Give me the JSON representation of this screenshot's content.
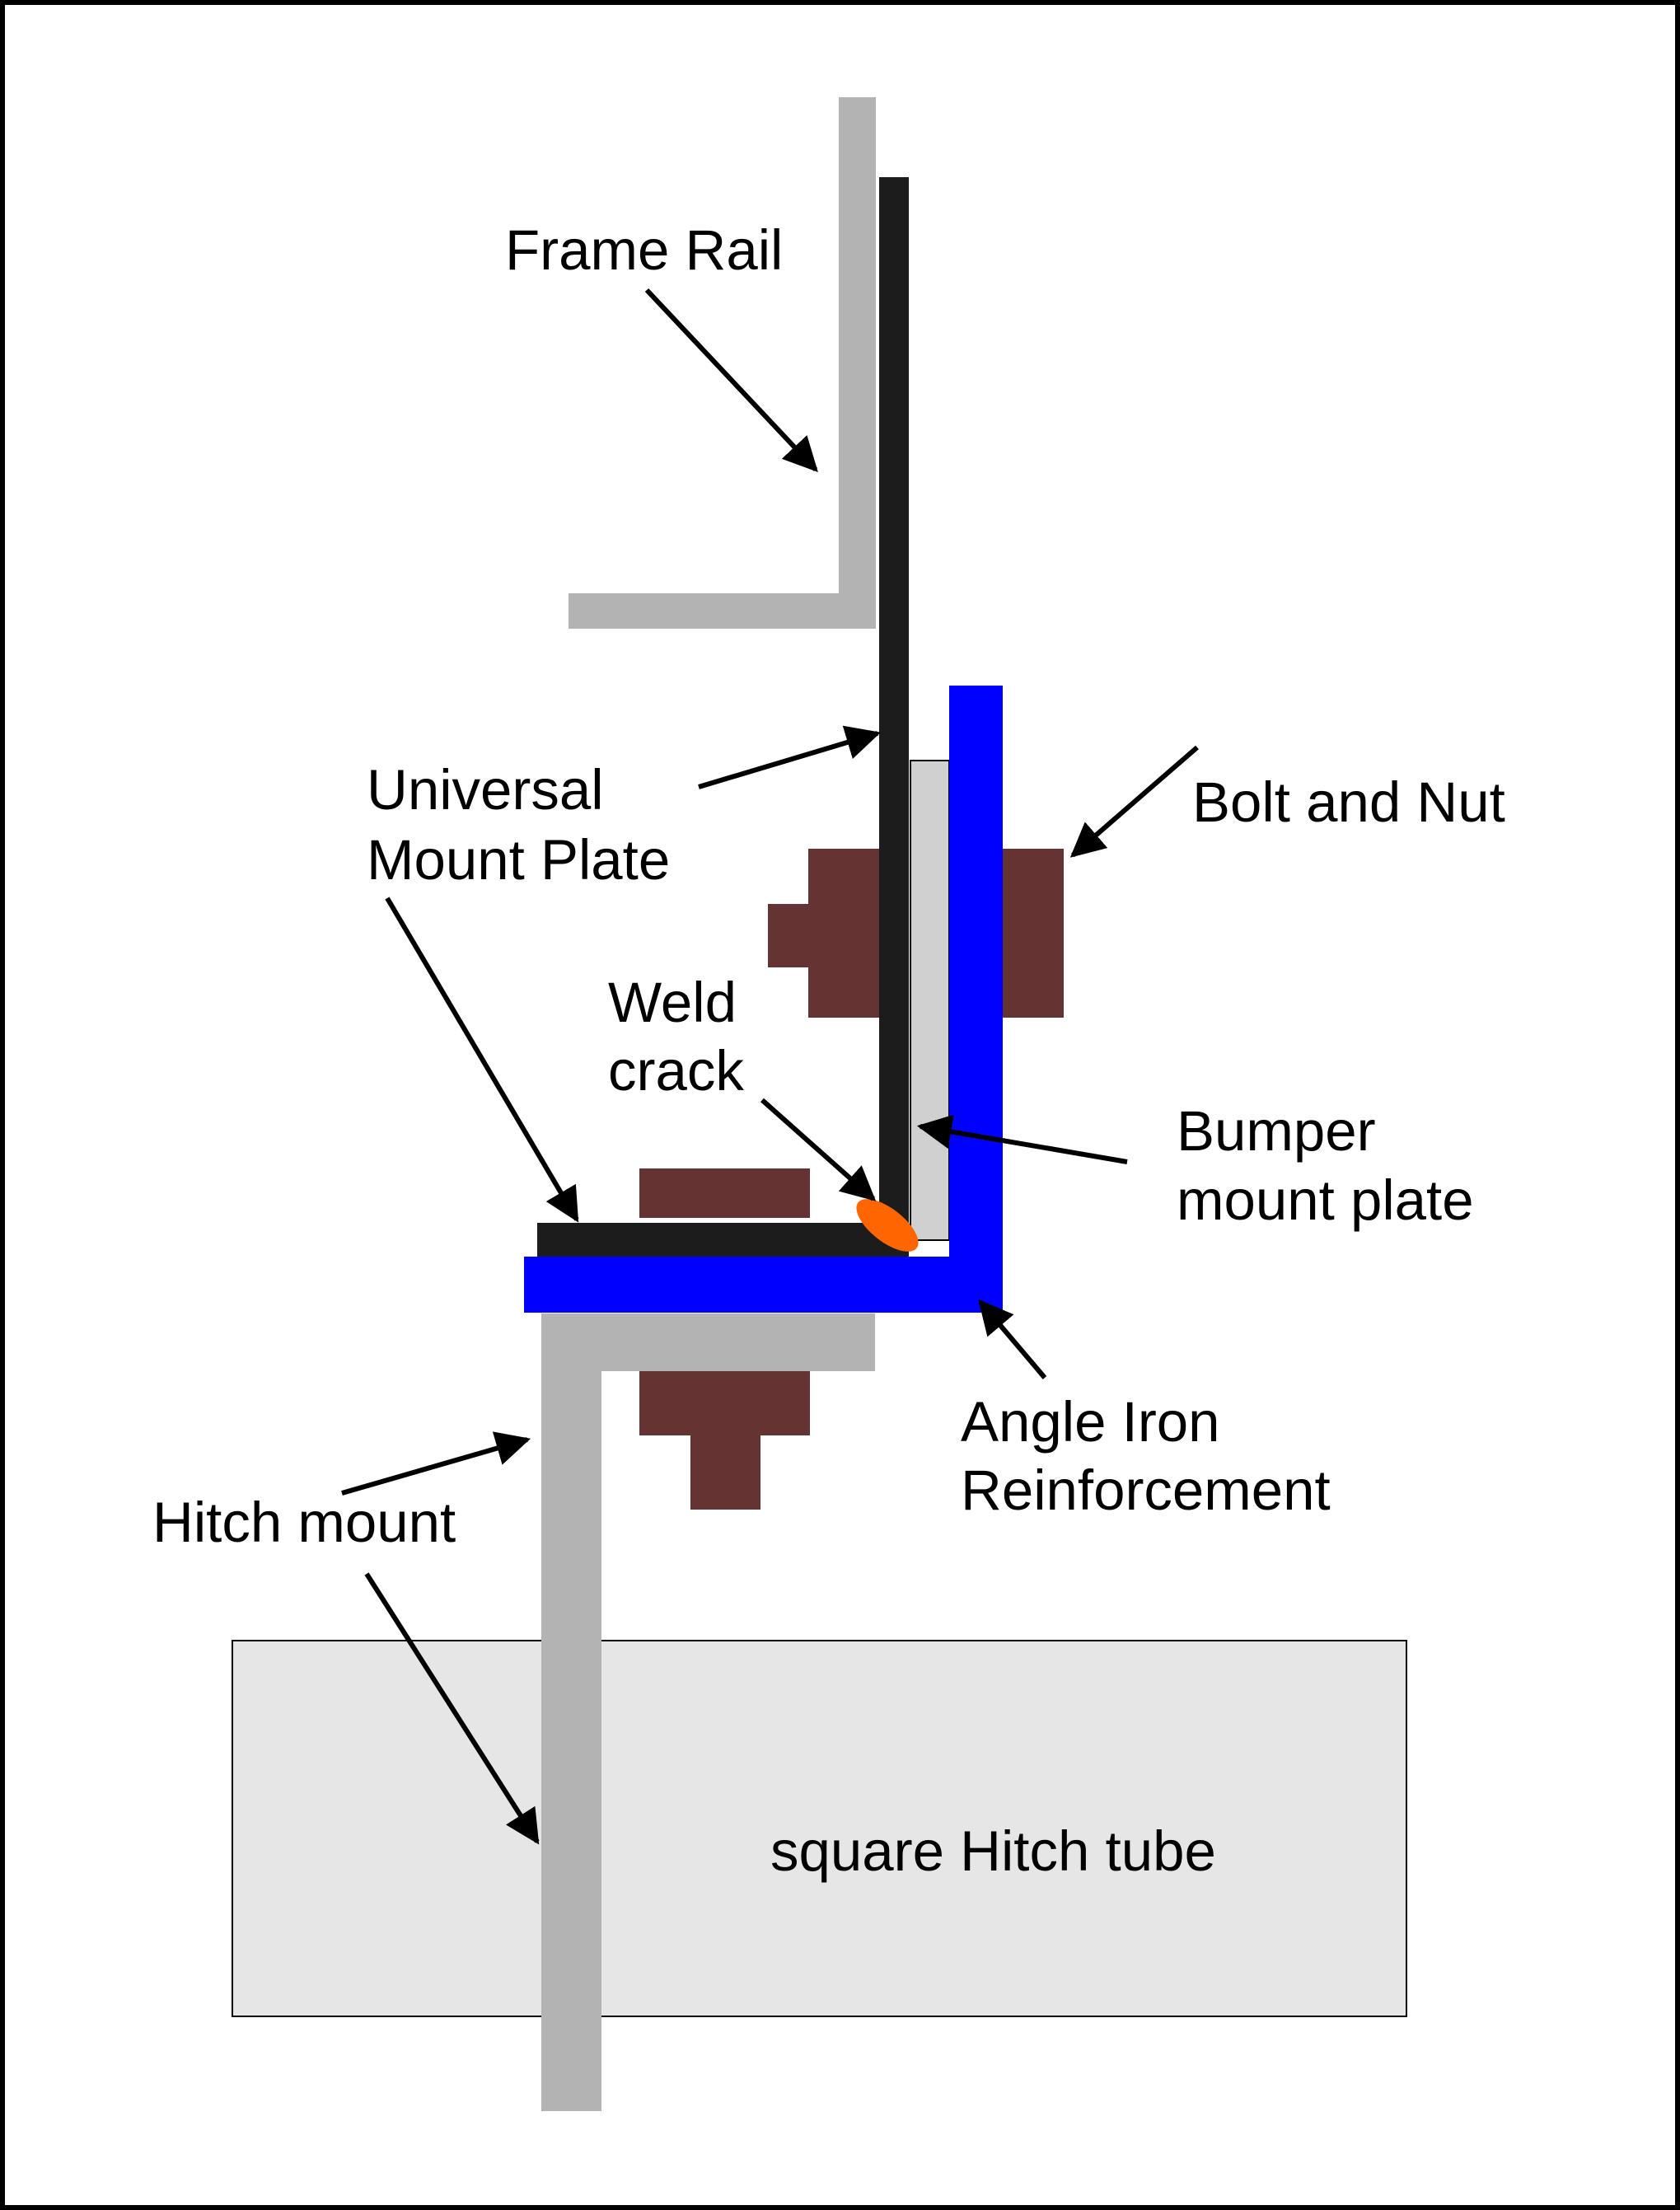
{
  "diagram": {
    "labels": {
      "frame_rail": "Frame Rail",
      "universal_mount_plate": [
        "Universal",
        "Mount Plate"
      ],
      "bolt_and_nut": "Bolt and Nut",
      "weld_crack": [
        "Weld",
        "crack"
      ],
      "bumper_mount_plate": [
        "Bumper",
        "mount plate"
      ],
      "angle_iron_reinforcement": [
        "Angle Iron",
        "Reinforcement"
      ],
      "hitch_mount": "Hitch mount",
      "square_hitch_tube": "square Hitch tube"
    },
    "colors": {
      "frame_rail": "#b3b3b3",
      "universal_mount_plate": "#1c1c1c",
      "angle_iron": "#0000ff",
      "bumper_mount_plate": "#d0d0d0",
      "bolt_nut": "#663333",
      "weld_crack": "#ff6600",
      "hitch_mount": "#b3b3b3",
      "hitch_tube": "#e6e6e6",
      "arrows": "#000000",
      "border": "#000000"
    }
  }
}
